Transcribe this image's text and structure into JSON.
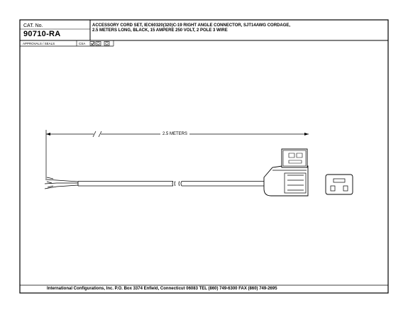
{
  "title_block": {
    "cat_label": "CAT. No.",
    "cat_number": "90710-RA",
    "description_line1": "ACCESSORY CORD SET, IEC60320(320)C-19 RIGHT ANGLE CONNECTOR, SJT14AWG CORDAGE,",
    "description_line2": "2.5 METERS LONG, BLACK, 15 AMPERE 250 VOLT, 2 POLE 3 WIRE",
    "approvals_label": "APPROVALS / SEALS",
    "rev_label": "CSA"
  },
  "drawing": {
    "dimension_label": "2.5 METERS"
  },
  "footer": {
    "text": "International Configurations, Inc.  P.O. Box 3374  Enfield, Connecticut 06083 TEL (860) 749-6300  FAX (860) 749-2695"
  }
}
